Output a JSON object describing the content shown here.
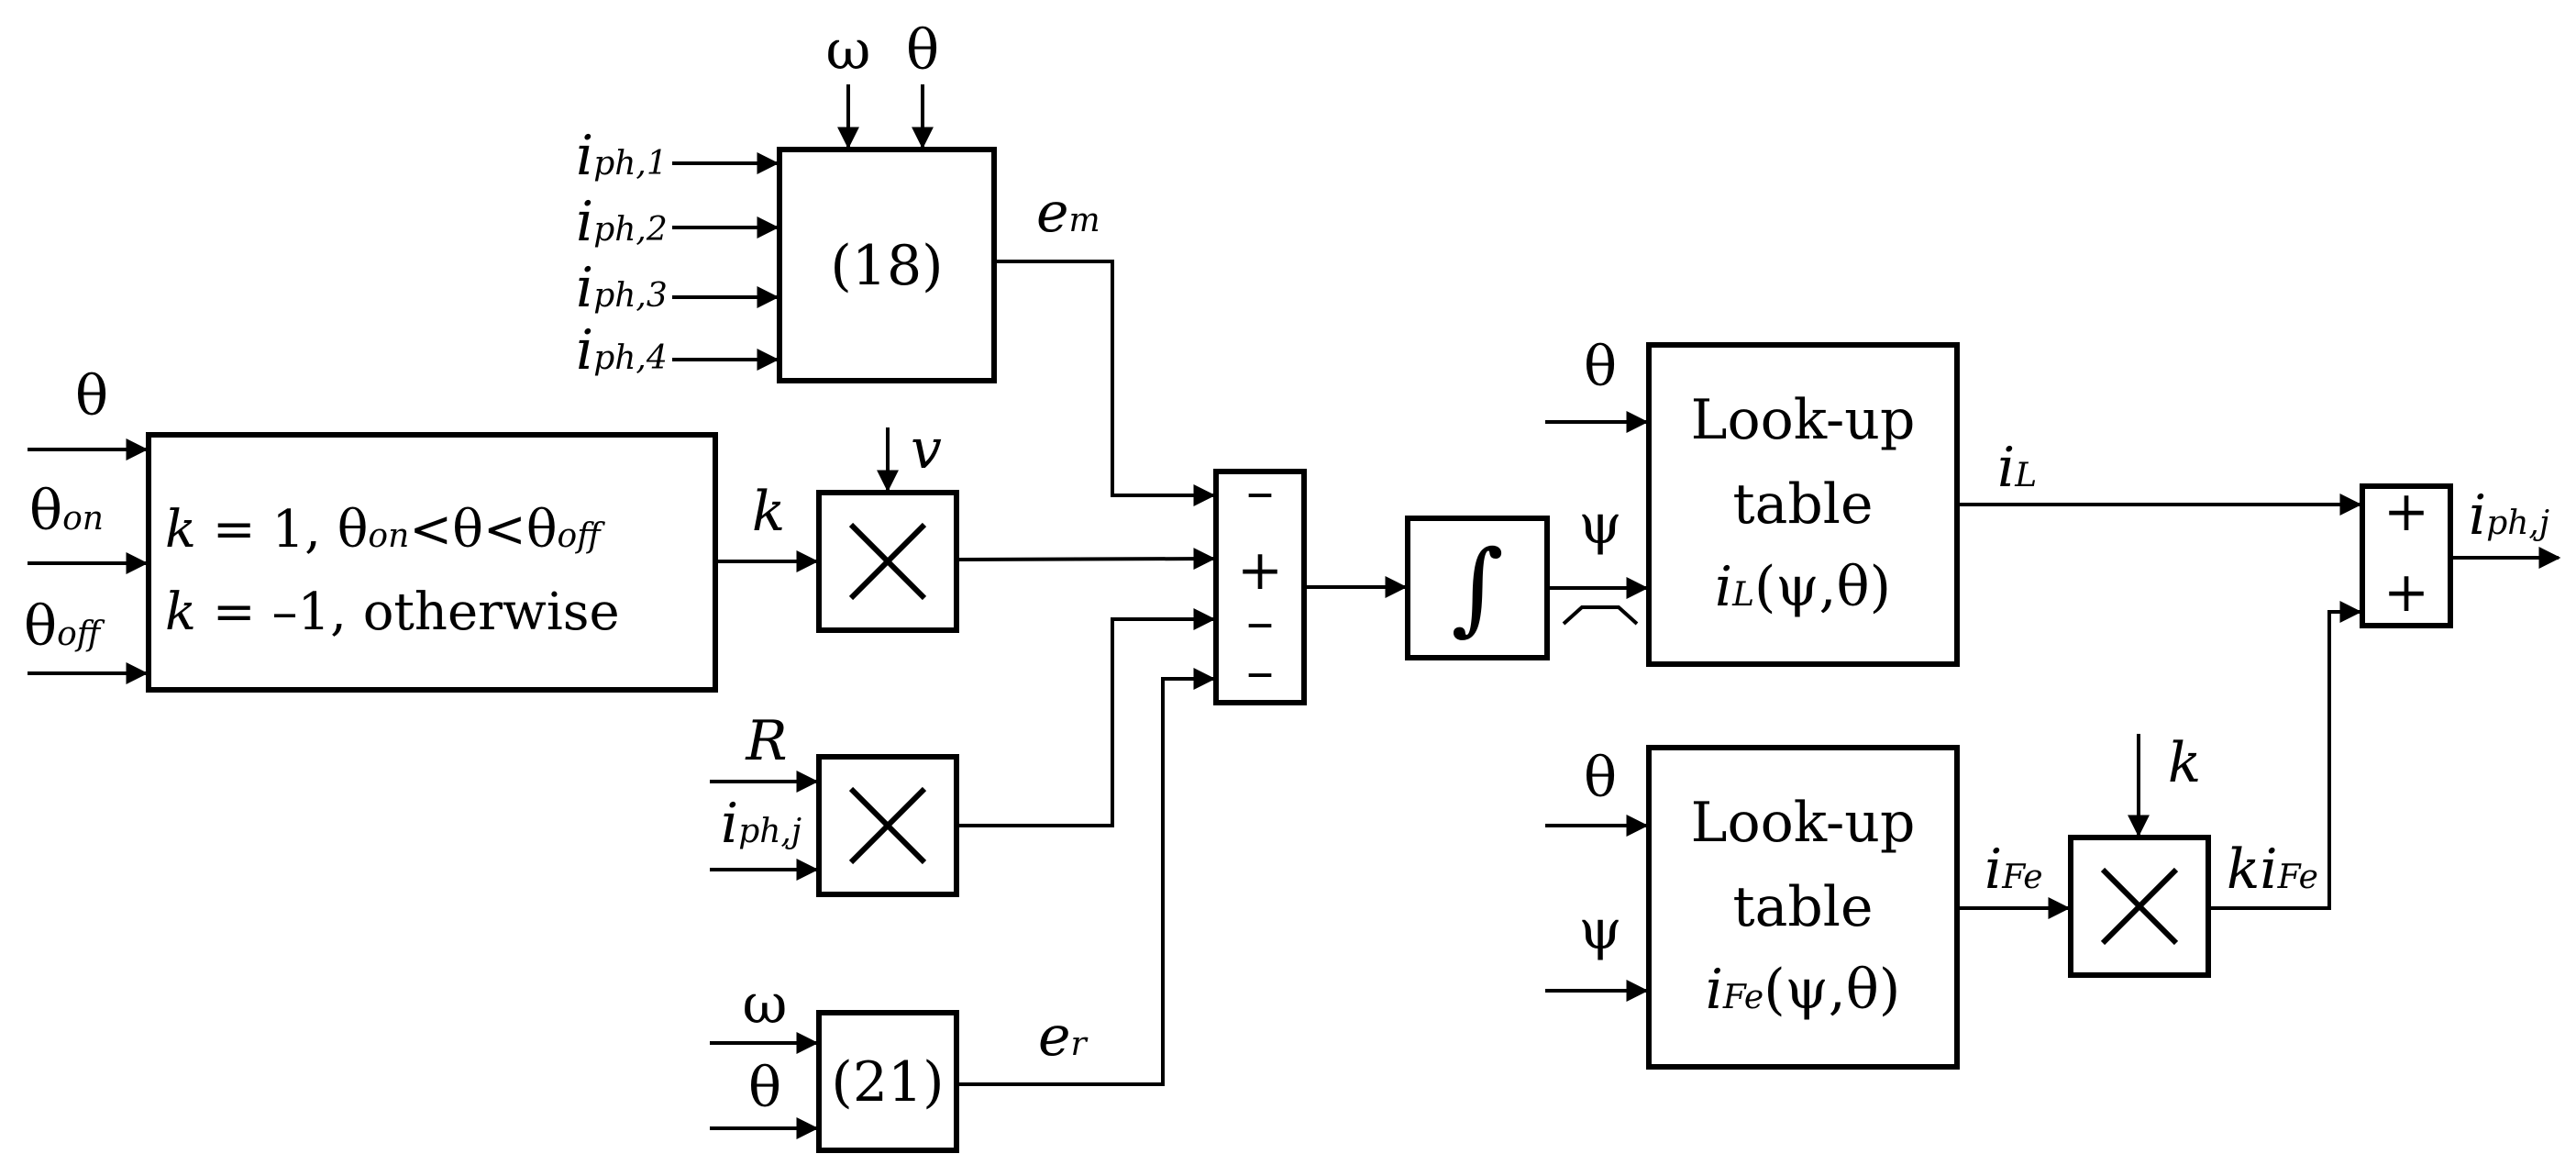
{
  "sym": {
    "theta": "θ",
    "omega": "ω",
    "psi": "ψ",
    "i": "i",
    "k": "k",
    "v": "v",
    "R": "R",
    "e": "e",
    "plus": "+",
    "minus": "–",
    "times": "×",
    "integral": "∫"
  },
  "sub": {
    "ph1": "ph,1",
    "ph2": "ph,2",
    "ph3": "ph,3",
    "ph4": "ph,4",
    "phj": "ph,j",
    "on": "on",
    "off": "off",
    "m": "m",
    "r": "r",
    "L": "L",
    "Fe": "Fe"
  },
  "blocks": {
    "eq18": "(18)",
    "eq21": "(21)",
    "logic": {
      "line1_k": "k",
      "line1_a": " = 1, θ",
      "line1_lt1": "<θ<θ",
      "line2_k": "k",
      "line2_rest": " = –1, otherwise"
    },
    "lut_title": "Look-up",
    "lut_table": "table",
    "lut_args": "(ψ,θ)"
  }
}
